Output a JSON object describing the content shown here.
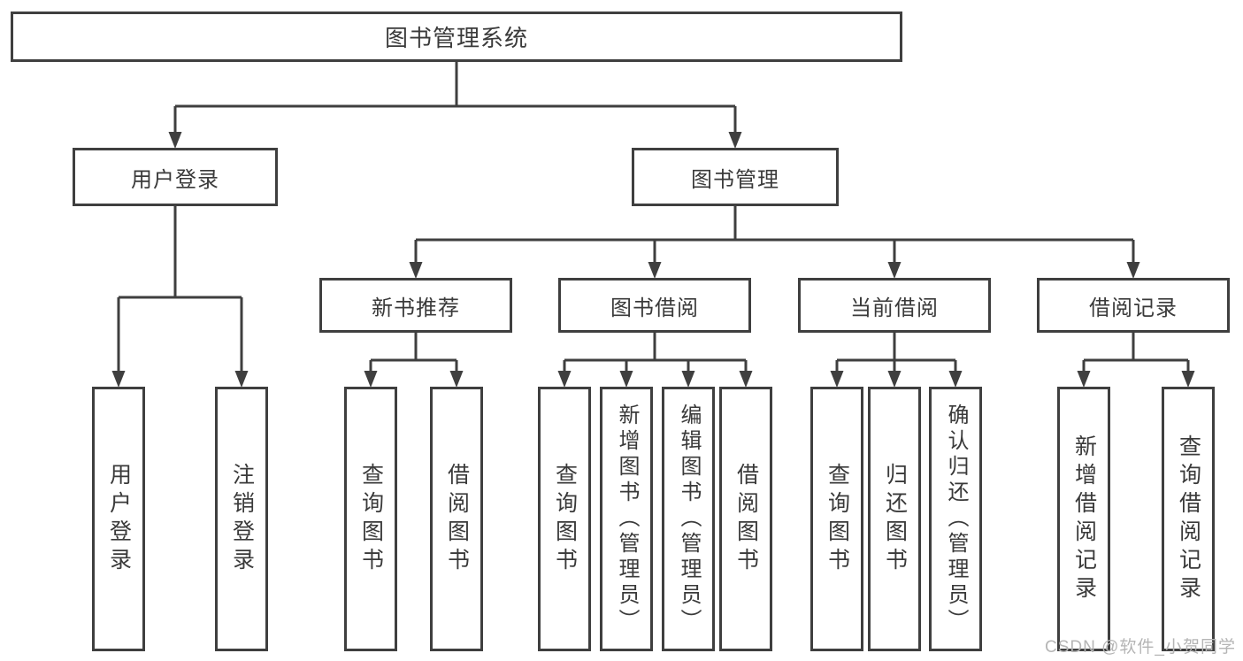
{
  "title": "图书管理系统",
  "watermark": "CSDN @软件_小贺同学",
  "colors": {
    "line": "#3f3f3f",
    "text": "#3a3a3a",
    "watermark": "#b5b5b5",
    "background": "#ffffff"
  },
  "tree": {
    "root": {
      "label": "图书管理系统",
      "children": [
        {
          "label": "用户登录",
          "children": [
            {
              "label": "用户登录"
            },
            {
              "label": "注销登录"
            }
          ]
        },
        {
          "label": "图书管理",
          "children": [
            {
              "label": "新书推荐",
              "children": [
                {
                  "label": "查询图书"
                },
                {
                  "label": "借阅图书"
                }
              ]
            },
            {
              "label": "图书借阅",
              "children": [
                {
                  "label": "查询图书"
                },
                {
                  "label": "新增图书（管理员）"
                },
                {
                  "label": "编辑图书（管理员）"
                },
                {
                  "label": "借阅图书"
                }
              ]
            },
            {
              "label": "当前借阅",
              "children": [
                {
                  "label": "查询图书"
                },
                {
                  "label": "归还图书"
                },
                {
                  "label": "确认归还（管理员）"
                }
              ]
            },
            {
              "label": "借阅记录",
              "children": [
                {
                  "label": "新增借阅记录"
                },
                {
                  "label": "查询借阅记录"
                }
              ]
            }
          ]
        }
      ]
    }
  }
}
